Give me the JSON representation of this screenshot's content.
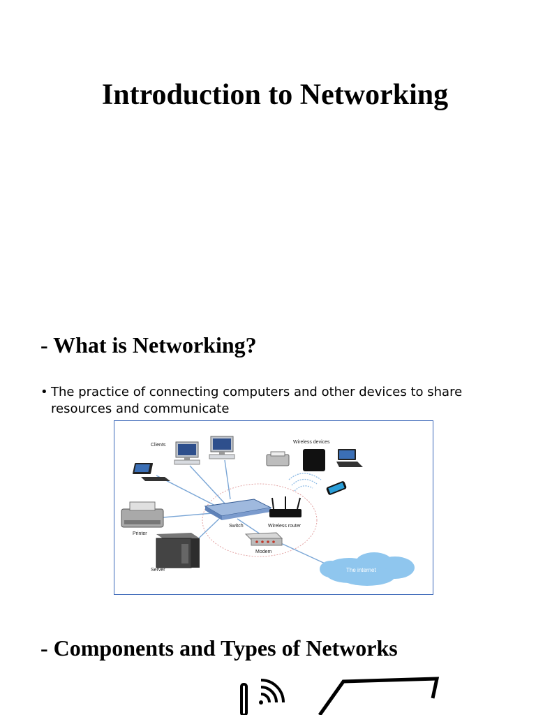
{
  "slide1": {
    "title": "Introduction to Networking"
  },
  "slide2": {
    "heading": "- What is Networking?",
    "bullet": "The practice of connecting computers and other devices to share resources and communicate",
    "diagram": {
      "clients": "Clients",
      "wireless_devices": "Wireless devices",
      "printer": "Printer",
      "server": "Server",
      "switch": "Switch",
      "wireless_router": "Wireless router",
      "modem": "Modem",
      "internet": "The internet"
    }
  },
  "slide3": {
    "heading": "- Components and Types of Networks"
  }
}
